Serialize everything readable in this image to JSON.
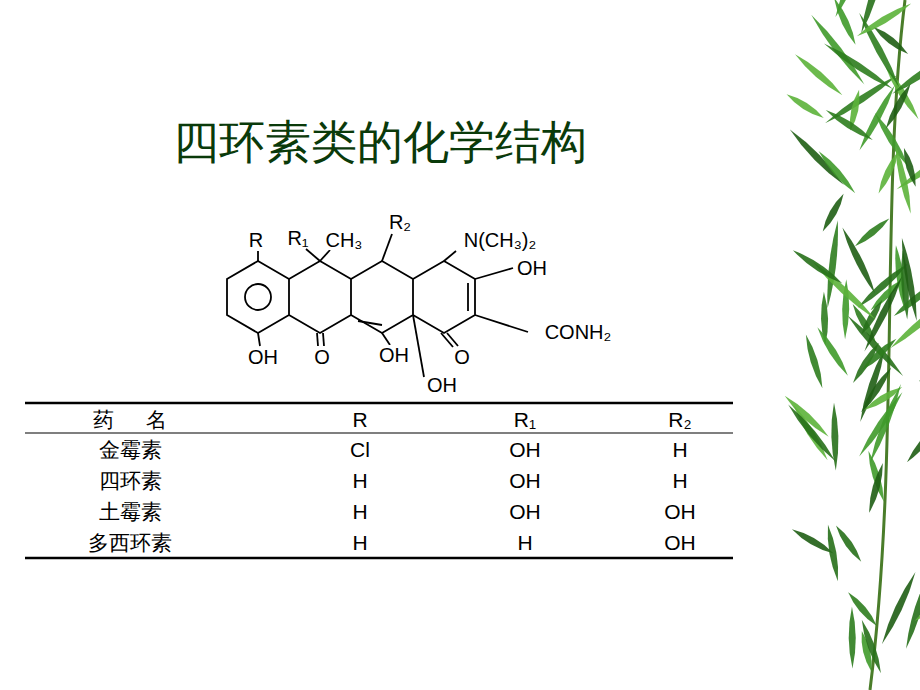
{
  "diagram": {
    "title": "四环素类的化学结构",
    "labels": [
      "R",
      "R₁",
      "CH₃",
      "R₂",
      "N(CH₃)₂",
      "OH",
      "CONH₂",
      "OH",
      "O",
      "OH",
      "O",
      "OH",
      "药 名",
      "R",
      "R₁",
      "R₂",
      "金霉素",
      "Cl",
      "OH",
      "H",
      "四环素",
      "H",
      "OH",
      "H",
      "土霉素",
      "H",
      "OH",
      "OH",
      "多西环素",
      "H",
      "H",
      "OH"
    ]
  }
}
